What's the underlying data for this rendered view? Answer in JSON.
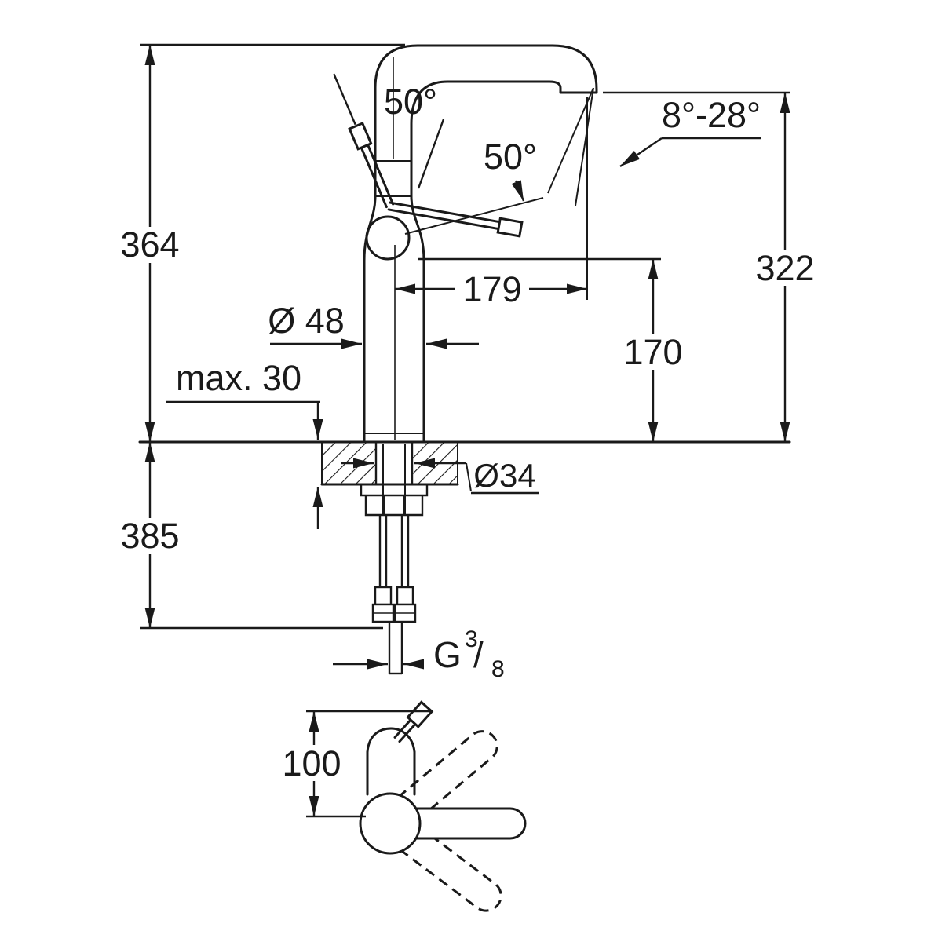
{
  "colors": {
    "line": "#1a1a1a",
    "background": "#ffffff"
  },
  "labels": {
    "dim_total_height": "364",
    "dim_below_counter": "385",
    "dim_spout_height": "322",
    "dim_spout_reach": "179",
    "dim_outlet_height": "170",
    "dim_body_diameter": "Ø 48",
    "dim_hole_diameter": "Ø34",
    "dim_max_counter": "max. 30",
    "dim_plan_height": "100",
    "angle_handle_front": "50°",
    "angle_handle_side": "50°",
    "angle_spout": "8°-28°",
    "thread_prefix": "G",
    "thread_numerator": "3",
    "thread_divider": "/",
    "thread_denominator": "8"
  }
}
